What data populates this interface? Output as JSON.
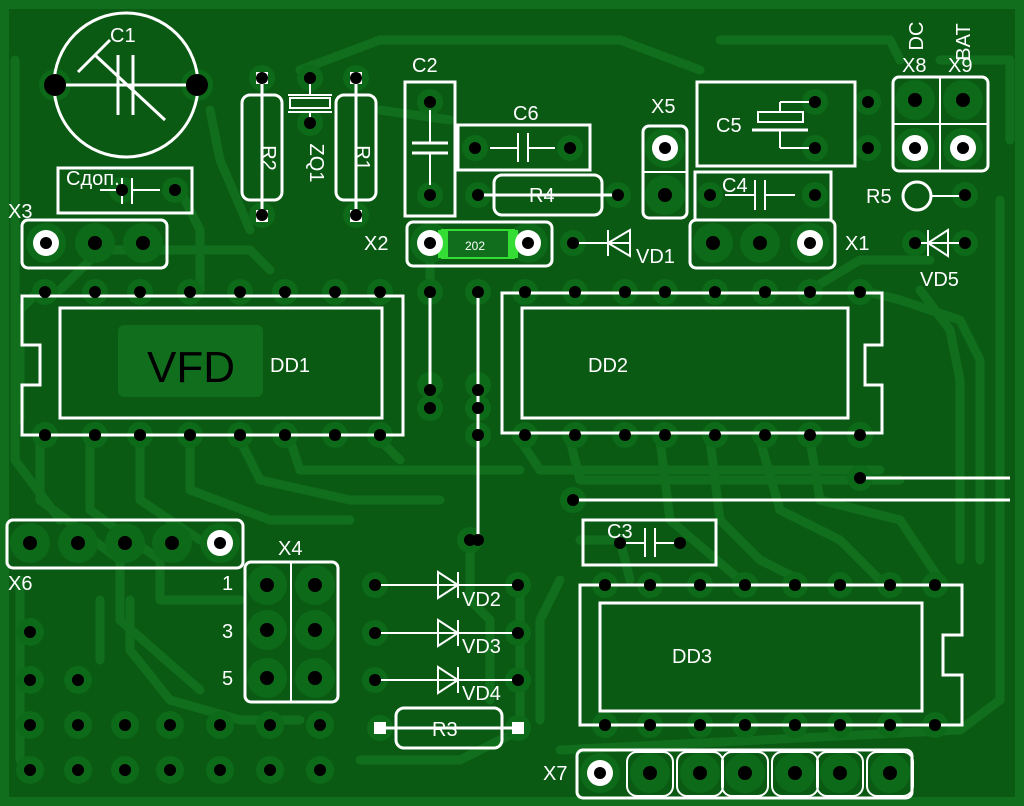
{
  "labels": {
    "c1": "C1",
    "c2": "C2",
    "c3": "C3",
    "c4": "C4",
    "c5": "C5",
    "c6": "C6",
    "cdop": "Сдоп.",
    "r1": "R1",
    "r2": "R2",
    "r3": "R3",
    "r4": "R4",
    "r5": "R5",
    "zq1": "ZQ1",
    "x1": "X1",
    "x2": "X2",
    "x3": "X3",
    "x4": "X4",
    "x5": "X5",
    "x6": "X6",
    "x7": "X7",
    "x8": "X8",
    "x9": "X9",
    "dc": "DC",
    "bat": "BAT",
    "vd1": "VD1",
    "vd2": "VD2",
    "vd3": "VD3",
    "vd4": "VD4",
    "vd5": "VD5",
    "dd1": "DD1",
    "dd2": "DD2",
    "dd3": "DD3",
    "vfd": "VFD",
    "smd": "202",
    "pin1": "1",
    "pin3": "3",
    "pin5": "5"
  },
  "colors": {
    "board": "#0a5a14",
    "copper": "#116e1d",
    "silkscreen": "#ffffff",
    "smd_highlight": "#33dd33"
  }
}
